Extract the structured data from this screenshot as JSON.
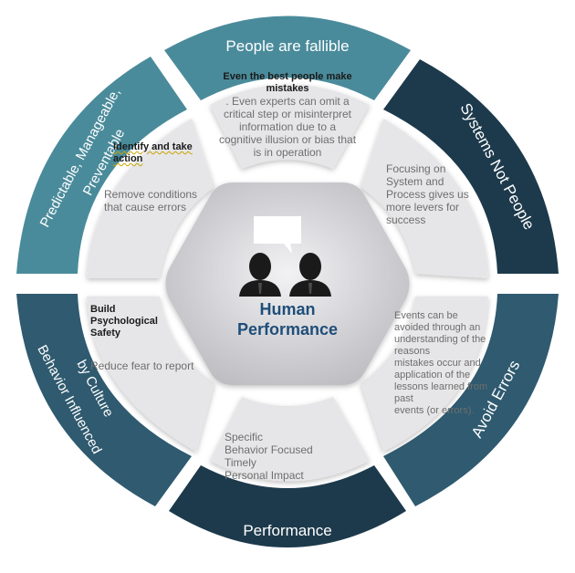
{
  "center": {
    "title_line1": "Human",
    "title_line2": "Performance"
  },
  "segments": [
    {
      "id": "people-fallible",
      "band_label": "People are fallible",
      "heading_line1": "Even the best people make",
      "heading_line2": "mistakes",
      "body": [
        ". Even experts can omit a",
        "critical step or misinterpret",
        "information due to a",
        "cognitive illusion or bias that",
        "is in operation"
      ]
    },
    {
      "id": "systems-not-people",
      "band_label": "Systems Not People",
      "body": [
        "Focusing on",
        "System and",
        "Process gives us",
        "more levers for",
        "success"
      ]
    },
    {
      "id": "avoid-errors",
      "band_label": "Avoid Errors",
      "body": [
        "Events can be",
        "avoided through an",
        "understanding of the",
        "reasons",
        "mistakes occur and",
        "application of the",
        "lessons learned from",
        "past",
        "events (or errors)."
      ]
    },
    {
      "id": "performance",
      "band_label": "Performance",
      "body": [
        "Specific",
        "Behavior Focused",
        "Timely",
        "Personal Impact"
      ]
    },
    {
      "id": "behavior-influenced",
      "band_label_line1": "Behavior Influenced",
      "band_label_line2": "by Culture",
      "heading": [
        "Build",
        "Psychological",
        "Safety"
      ],
      "body": [
        "Reduce fear to report"
      ]
    },
    {
      "id": "predictable",
      "band_label_line1": "Predictable, Manageable,",
      "band_label_line2": "Preventable",
      "heading": [
        "Identify and take",
        "action"
      ],
      "body": [
        "Remove conditions",
        "that cause errors"
      ]
    }
  ],
  "colors": {
    "band_teal": "#4a8b9b",
    "band_dark": "#1d3a4c",
    "band_slate": "#2f5a6f",
    "segment_fill": "#e6e6e8",
    "hex_fill": "#c4c4c8",
    "title_blue": "#1f4e79",
    "icon_dark": "#1a1a1a"
  },
  "icons": [
    "speech-bubble-icon",
    "person-icon",
    "person-icon"
  ]
}
